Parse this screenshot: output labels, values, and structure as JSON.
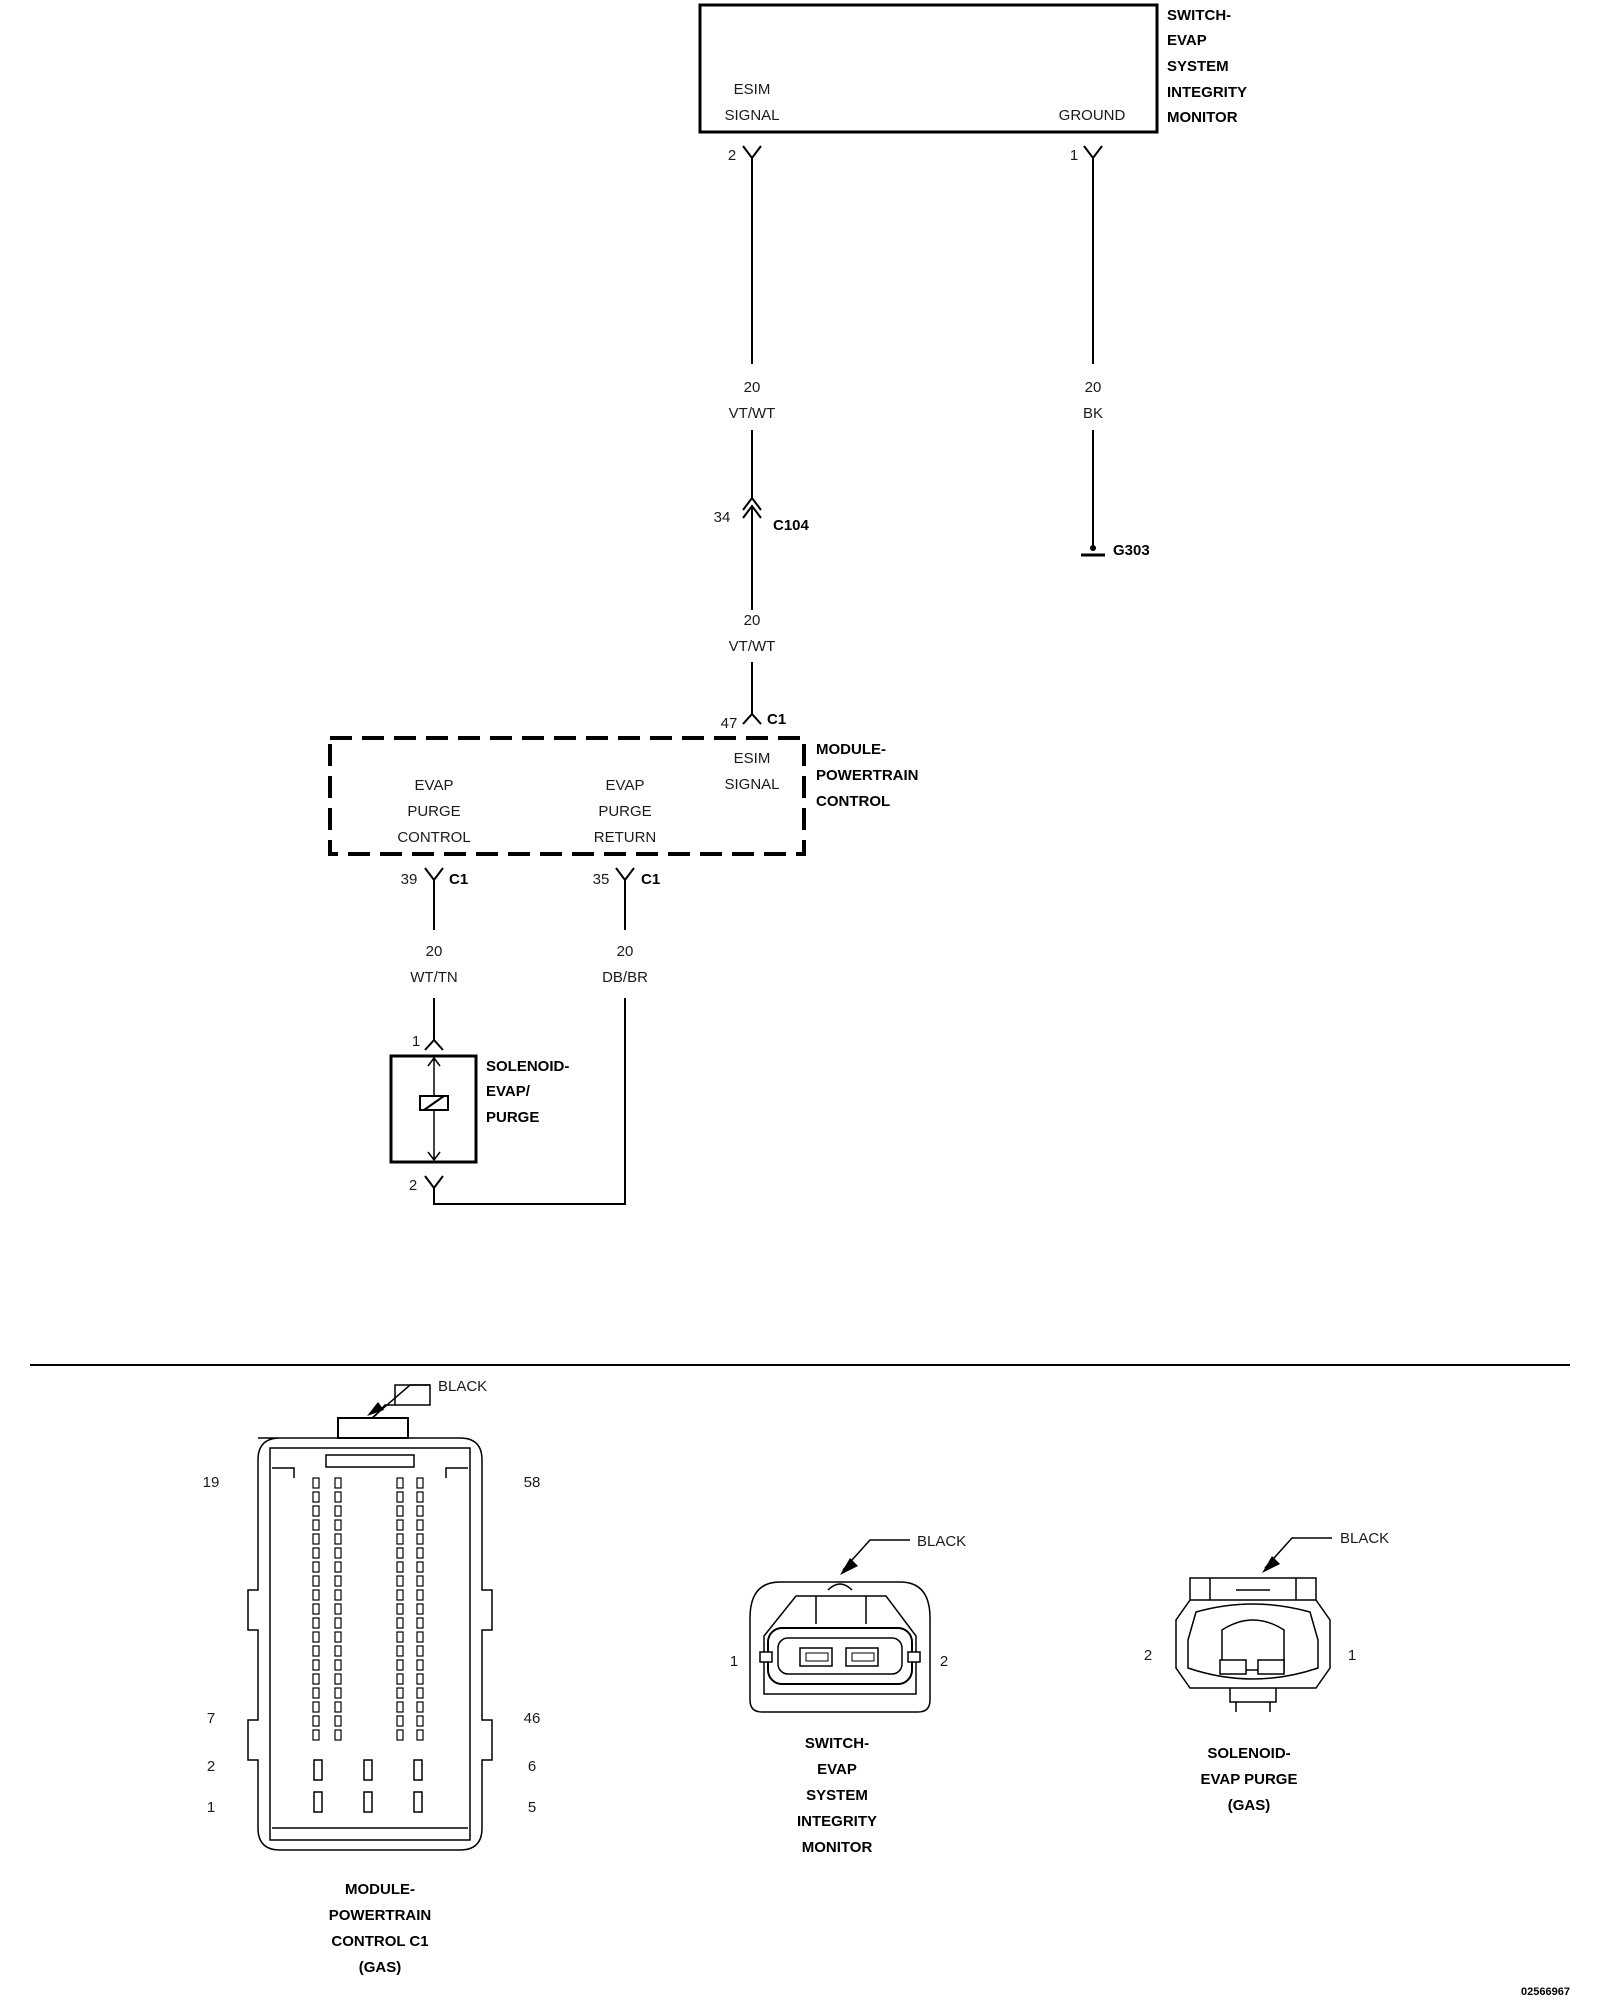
{
  "components": {
    "esim_switch": {
      "name_lines": [
        "SWITCH-",
        "EVAP",
        "SYSTEM",
        "INTEGRITY",
        "MONITOR"
      ],
      "pin_esim_signal": [
        "ESIM",
        "SIGNAL"
      ],
      "pin_ground": "GROUND",
      "pin_num_signal": "2",
      "pin_num_ground": "1"
    },
    "pcm": {
      "name_lines": [
        "MODULE-",
        "POWERTRAIN",
        "CONTROL"
      ],
      "esim_signal": [
        "ESIM",
        "SIGNAL"
      ],
      "purge_control": [
        "EVAP",
        "PURGE",
        "CONTROL"
      ],
      "purge_return": [
        "EVAP",
        "PURGE",
        "RETURN"
      ],
      "pin_esim": "47",
      "pin_control": "39",
      "pin_return": "35",
      "connector": "C1"
    },
    "solenoid": {
      "name_lines": [
        "SOLENOID-",
        "EVAP/",
        "PURGE"
      ],
      "pin_top": "1",
      "pin_bottom": "2"
    }
  },
  "wires": {
    "esim_upper": {
      "gauge": "20",
      "color": "VT/WT"
    },
    "ground": {
      "gauge": "20",
      "color": "BK"
    },
    "esim_lower": {
      "gauge": "20",
      "color": "VT/WT"
    },
    "purge_control": {
      "gauge": "20",
      "color": "WT/TN"
    },
    "purge_return": {
      "gauge": "20",
      "color": "DB/BR"
    }
  },
  "inline_connector": {
    "pin": "34",
    "name": "C104"
  },
  "ground_point": "G303",
  "connector_views": {
    "pcm_c1": {
      "color": "BLACK",
      "pins": {
        "tl": "19",
        "tr": "58",
        "ml": "7",
        "mr": "46",
        "l2": "2",
        "r6": "6",
        "l1": "1",
        "r5": "5"
      },
      "caption_lines": [
        "MODULE-",
        "POWERTRAIN",
        "CONTROL C1",
        "(GAS)"
      ]
    },
    "switch": {
      "color": "BLACK",
      "pin_left": "1",
      "pin_right": "2",
      "caption_lines": [
        "SWITCH-",
        "EVAP",
        "SYSTEM",
        "INTEGRITY",
        "MONITOR"
      ]
    },
    "solenoid": {
      "color": "BLACK",
      "pin_left": "2",
      "pin_right": "1",
      "caption_lines": [
        "SOLENOID-",
        "EVAP PURGE",
        "(GAS)"
      ]
    }
  },
  "figure_id": "02566967"
}
